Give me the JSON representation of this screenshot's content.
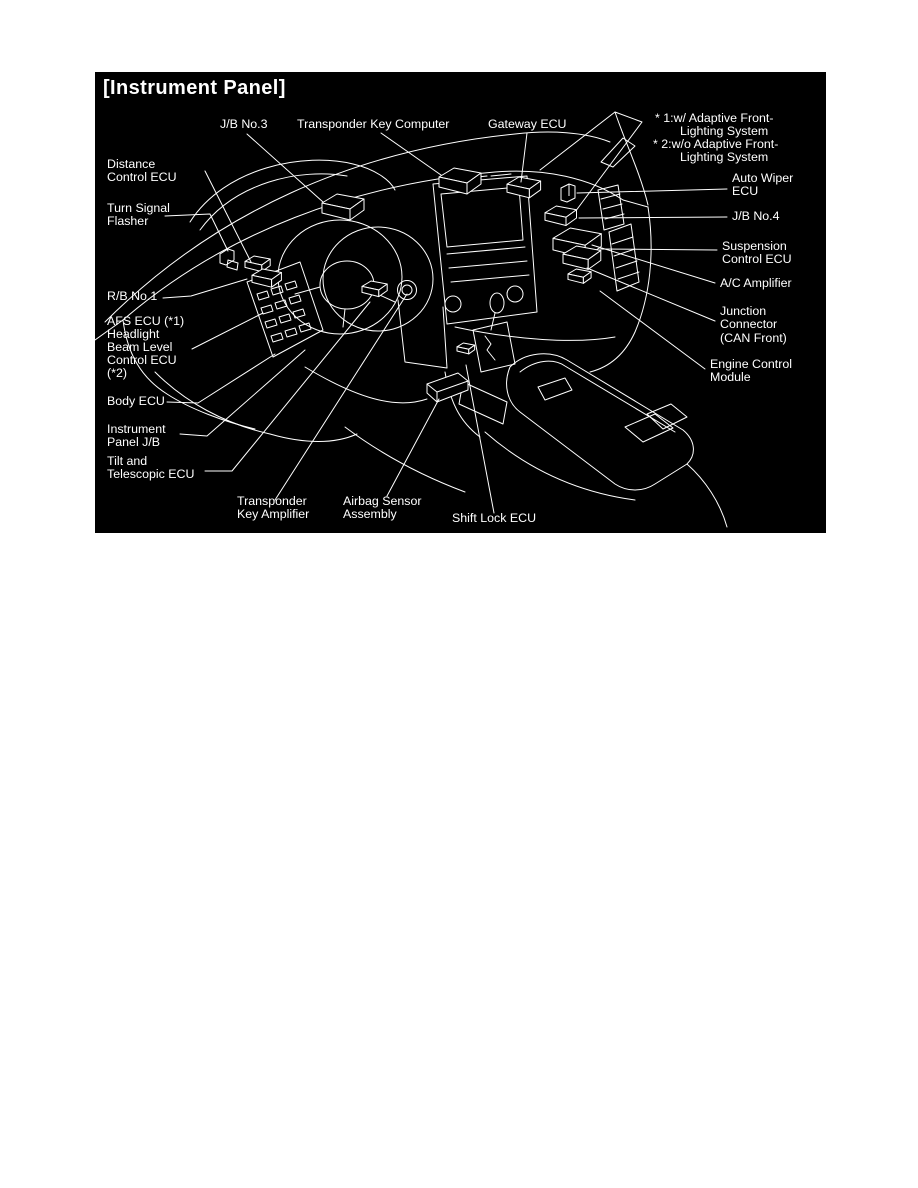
{
  "title": "[Instrument Panel]",
  "colors": {
    "background": "#000000",
    "line": "#ffffff",
    "page": "#ffffff"
  },
  "callouts": {
    "jb_no3": "J/B No.3",
    "transponder_key_computer": "Transponder Key Computer",
    "gateway_ecu": "Gateway ECU",
    "footnote": [
      "* 1:w/ Adaptive Front-",
      "Lighting System",
      "* 2:w/o Adaptive Front-",
      "Lighting System"
    ],
    "auto_wiper_ecu": [
      "Auto Wiper",
      "ECU"
    ],
    "jb_no4": "J/B No.4",
    "suspension_control_ecu": [
      "Suspension",
      "Control ECU"
    ],
    "ac_amplifier": "A/C Amplifier",
    "junction_connector": [
      "Junction",
      "Connector",
      "(CAN Front)"
    ],
    "engine_control_module": [
      "Engine Control",
      "Module"
    ],
    "distance_control_ecu": [
      "Distance",
      "Control ECU"
    ],
    "turn_signal_flasher": [
      "Turn Signal",
      "Flasher"
    ],
    "rb_no1": "R/B No.1",
    "afs_ecu": [
      "AFS ECU (*1)",
      "Headlight",
      "Beam Level",
      "Control ECU",
      "(*2)"
    ],
    "body_ecu": "Body ECU",
    "instrument_panel_jb": [
      "Instrument",
      "Panel J/B"
    ],
    "tilt_telescopic_ecu": [
      "Tilt and",
      "Telescopic ECU"
    ],
    "transponder_key_amplifier": [
      "Transponder",
      "Key Amplifier"
    ],
    "airbag_sensor_assembly": [
      "Airbag Sensor",
      "Assembly"
    ],
    "shift_lock_ecu": "Shift Lock ECU"
  }
}
